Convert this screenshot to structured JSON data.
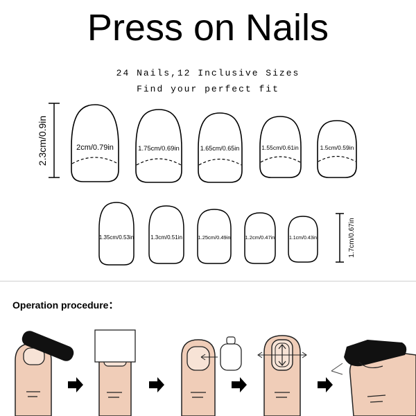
{
  "header": {
    "title": "Press on Nails",
    "subtitle_line1": "24 Nails,12 Inclusive Sizes",
    "subtitle_line2": "Find your perfect fit"
  },
  "size_chart": {
    "large_height_label": "2.3cm/0.9in",
    "small_height_label": "1.7cm/0.67in",
    "large_row": [
      {
        "label": "2cm/0.79in"
      },
      {
        "label": "1.75cm/0.69in"
      },
      {
        "label": "1.65cm/0.65in"
      },
      {
        "label": "1.55cm/0.61in"
      },
      {
        "label": "1.5cm/0.59in"
      }
    ],
    "small_row": [
      {
        "label": "1.35cm/0.53in"
      },
      {
        "label": "1.3cm/0.51in"
      },
      {
        "label": "1.25cm/0.49in"
      },
      {
        "label": "1.2cm/0.47in"
      },
      {
        "label": "1.1cm/0.43in"
      }
    ]
  },
  "procedure": {
    "title": "Operation procedure："
  },
  "colors": {
    "nail_outline": "#000000",
    "skin": "#f0cdb8",
    "skin_outline": "#222222",
    "press_nail": "#111111"
  }
}
